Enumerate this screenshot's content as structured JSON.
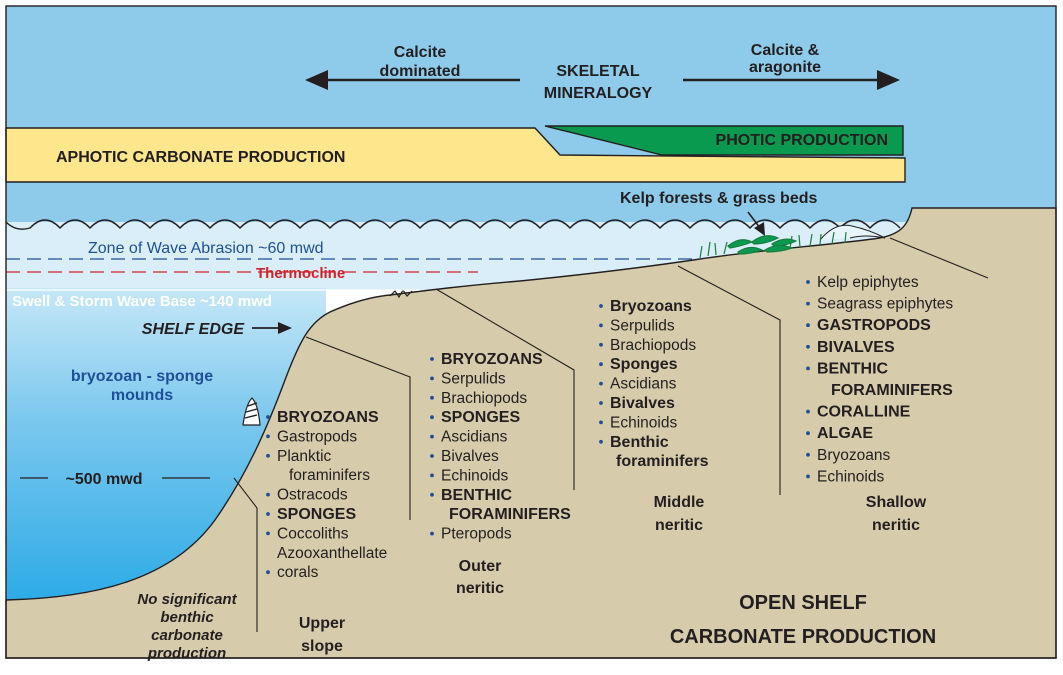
{
  "header": {
    "left_arrow_label": [
      "Calcite",
      "dominated"
    ],
    "center_label": [
      "SKELETAL",
      "MINERALOGY"
    ],
    "right_arrow_label": [
      "Calcite &",
      "aragonite"
    ]
  },
  "bands": {
    "aphotic": "APHOTIC CARBONATE PRODUCTION",
    "photic": "PHOTIC PRODUCTION"
  },
  "water": {
    "wave_abrasion": "Zone of Wave Abrasion ~60 mwd",
    "thermocline": "Thermocline",
    "storm_wave_base": "Swell & Storm Wave Base ~140 mwd",
    "shelf_edge": "SHELF EDGE",
    "mounds": [
      "bryozoan - sponge",
      "mounds"
    ],
    "depth_500": "~500 mwd",
    "kelp_forests": "Kelp forests & grass beds"
  },
  "zones": {
    "no_benthic": [
      "No significant",
      "benthic",
      "carbonate",
      "production"
    ],
    "upper_slope": {
      "name": [
        "Upper",
        "slope"
      ],
      "items": [
        {
          "text": "BRYOZOANS",
          "bold": true,
          "bullet": true
        },
        {
          "text": "Gastropods",
          "bold": false,
          "bullet": true
        },
        {
          "text": "Planktic",
          "bold": false,
          "bullet": true
        },
        {
          "text": "foraminifers",
          "bold": false,
          "bullet": false
        },
        {
          "text": "Ostracods",
          "bold": false,
          "bullet": true
        },
        {
          "text": "SPONGES",
          "bold": true,
          "bullet": true
        },
        {
          "text": "Coccoliths",
          "bold": false,
          "bullet": true
        },
        {
          "text": "Azooxanthellate",
          "bold": false,
          "bullet": false
        },
        {
          "text": "corals",
          "bold": false,
          "bullet": true
        }
      ]
    },
    "outer_neritic": {
      "name": [
        "Outer",
        "neritic"
      ],
      "items": [
        {
          "text": "BRYOZOANS",
          "bold": true,
          "bullet": true
        },
        {
          "text": "Serpulids",
          "bold": false,
          "bullet": true
        },
        {
          "text": "Brachiopods",
          "bold": false,
          "bullet": true
        },
        {
          "text": "SPONGES",
          "bold": true,
          "bullet": true
        },
        {
          "text": "Ascidians",
          "bold": false,
          "bullet": true
        },
        {
          "text": "Bivalves",
          "bold": false,
          "bullet": true
        },
        {
          "text": "Echinoids",
          "bold": false,
          "bullet": true
        },
        {
          "text": "BENTHIC",
          "bold": true,
          "bullet": true
        },
        {
          "text": "FORAMINIFERS",
          "bold": true,
          "bullet": false
        },
        {
          "text": "Pteropods",
          "bold": false,
          "bullet": true
        }
      ]
    },
    "middle_neritic": {
      "name": [
        "Middle",
        "neritic"
      ],
      "items": [
        {
          "text": "Bryozoans",
          "bold": true,
          "bullet": true
        },
        {
          "text": "Serpulids",
          "bold": false,
          "bullet": true
        },
        {
          "text": "Brachiopods",
          "bold": false,
          "bullet": true
        },
        {
          "text": "Sponges",
          "bold": true,
          "bullet": true
        },
        {
          "text": "Ascidians",
          "bold": false,
          "bullet": true
        },
        {
          "text": "Bivalves",
          "bold": true,
          "bullet": true
        },
        {
          "text": "Echinoids",
          "bold": false,
          "bullet": true
        },
        {
          "text": "Benthic",
          "bold": true,
          "bullet": true
        },
        {
          "text": "foraminifers",
          "bold": true,
          "bullet": false
        }
      ]
    },
    "shallow_neritic": {
      "name": [
        "Shallow",
        "neritic"
      ],
      "items": [
        {
          "text": "Kelp epiphytes",
          "bold": false,
          "bullet": true
        },
        {
          "text": "Seagrass epiphytes",
          "bold": false,
          "bullet": true
        },
        {
          "text": "GASTROPODS",
          "bold": true,
          "bullet": true
        },
        {
          "text": "BIVALVES",
          "bold": true,
          "bullet": true
        },
        {
          "text": "BENTHIC",
          "bold": true,
          "bullet": true
        },
        {
          "text": "FORAMINIFERS",
          "bold": true,
          "bullet": false
        },
        {
          "text": "CORALLINE",
          "bold": true,
          "bullet": true
        },
        {
          "text": "ALGAE",
          "bold": true,
          "bullet": true
        },
        {
          "text": "Bryozoans",
          "bold": false,
          "bullet": true
        },
        {
          "text": "Echinoids",
          "bold": false,
          "bullet": true
        }
      ]
    }
  },
  "footer": [
    "OPEN SHELF",
    "CARBONATE PRODUCTION"
  ],
  "colors": {
    "sky": "#8ecbeb",
    "shallow_water": "#d9eef9",
    "deep_water_top": "#b9e1f5",
    "deep_water_bottom": "#1aa6e6",
    "land": "#d6ccab",
    "aphotic_band": "#fde68b",
    "photic_band": "#0a9a4f",
    "text_blue": "#1f4f99",
    "thermocline": "#d2232a"
  }
}
